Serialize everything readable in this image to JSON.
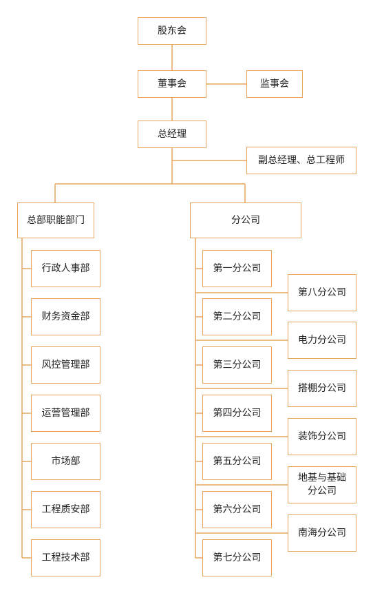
{
  "org": {
    "shareholders": "股东会",
    "board": "董事会",
    "supervisors": "监事会",
    "gm": "总经理",
    "deputy": "副总经理、总工程师",
    "hq": "总部职能部门",
    "branches": "分公司",
    "departments": [
      "行政人事部",
      "财务资金部",
      "风控管理部",
      "运营管理部",
      "市场部",
      "工程质安部",
      "工程技术部"
    ],
    "branch_left": [
      "第一分公司",
      "第二分公司",
      "第三分公司",
      "第四分公司",
      "第五分公司",
      "第六分公司",
      "第七分公司"
    ],
    "branch_right": [
      "第八分公司",
      "电力分公司",
      "搭棚分公司",
      "装饰分公司",
      "地基与基础\n分公司",
      "南海分公司"
    ]
  }
}
